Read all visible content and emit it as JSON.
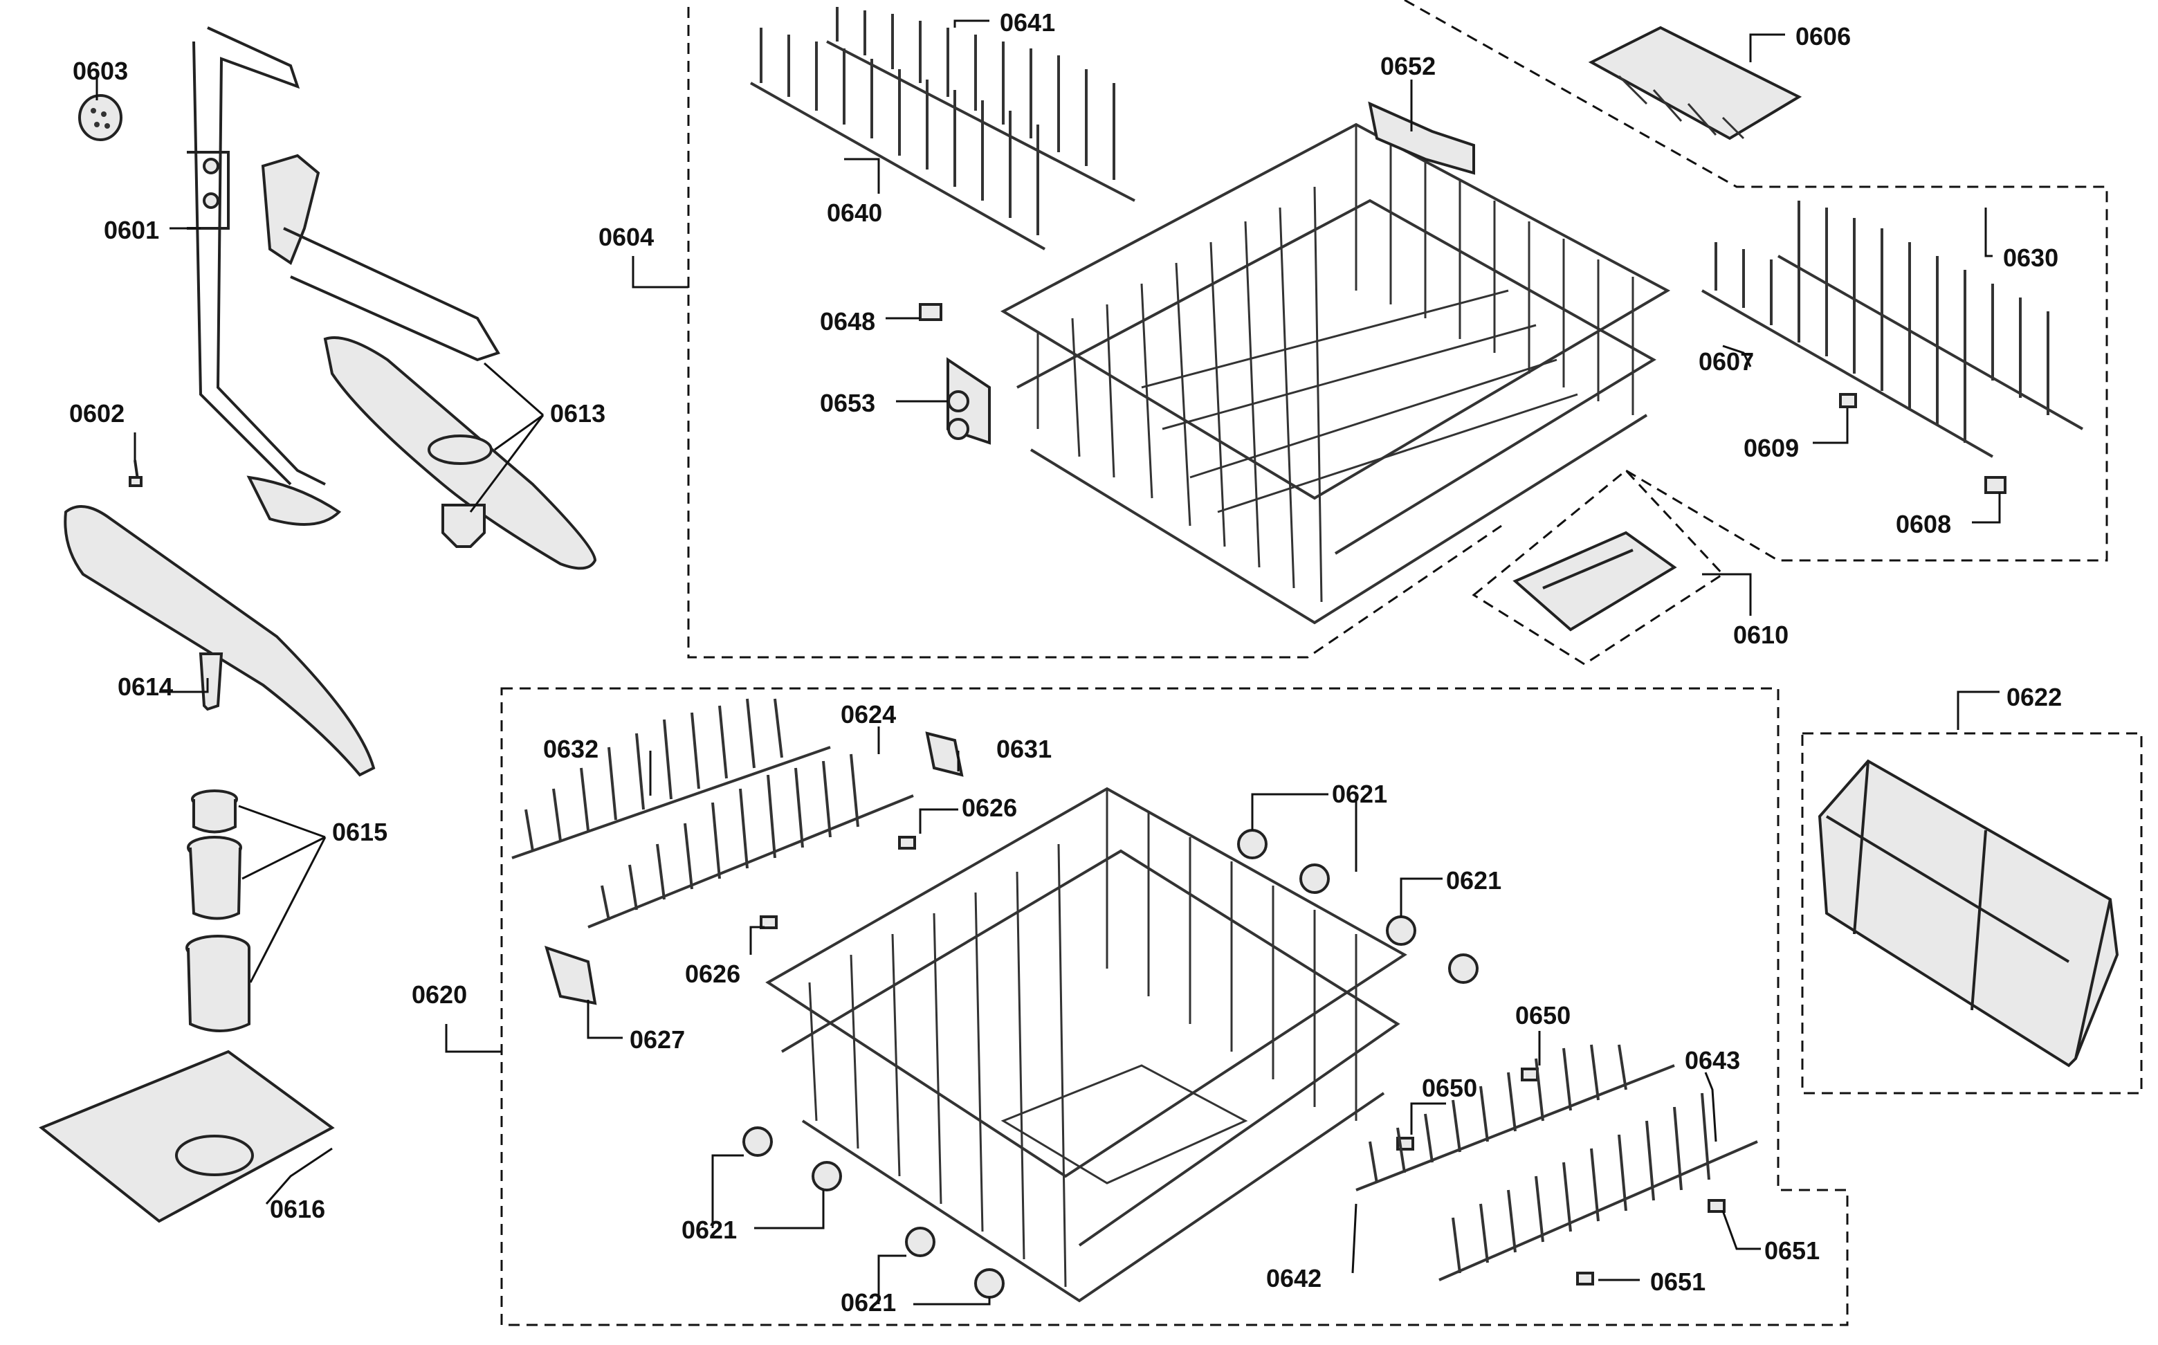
{
  "labels": {
    "p0601": "0601",
    "p0602": "0602",
    "p0603": "0603",
    "p0604": "0604",
    "p0606": "0606",
    "p0607": "0607",
    "p0608": "0608",
    "p0609": "0609",
    "p0610": "0610",
    "p0613": "0613",
    "p0614": "0614",
    "p0615": "0615",
    "p0616": "0616",
    "p0620": "0620",
    "p0621a": "0621",
    "p0621b": "0621",
    "p0621c": "0621",
    "p0621d": "0621",
    "p0622": "0622",
    "p0624": "0624",
    "p0626a": "0626",
    "p0626b": "0626",
    "p0627": "0627",
    "p0630": "0630",
    "p0631": "0631",
    "p0632": "0632",
    "p0640": "0640",
    "p0641": "0641",
    "p0642": "0642",
    "p0643": "0643",
    "p0648": "0648",
    "p0650a": "0650",
    "p0650b": "0650",
    "p0651a": "0651",
    "p0651b": "0651",
    "p0652": "0652",
    "p0653": "0653"
  }
}
